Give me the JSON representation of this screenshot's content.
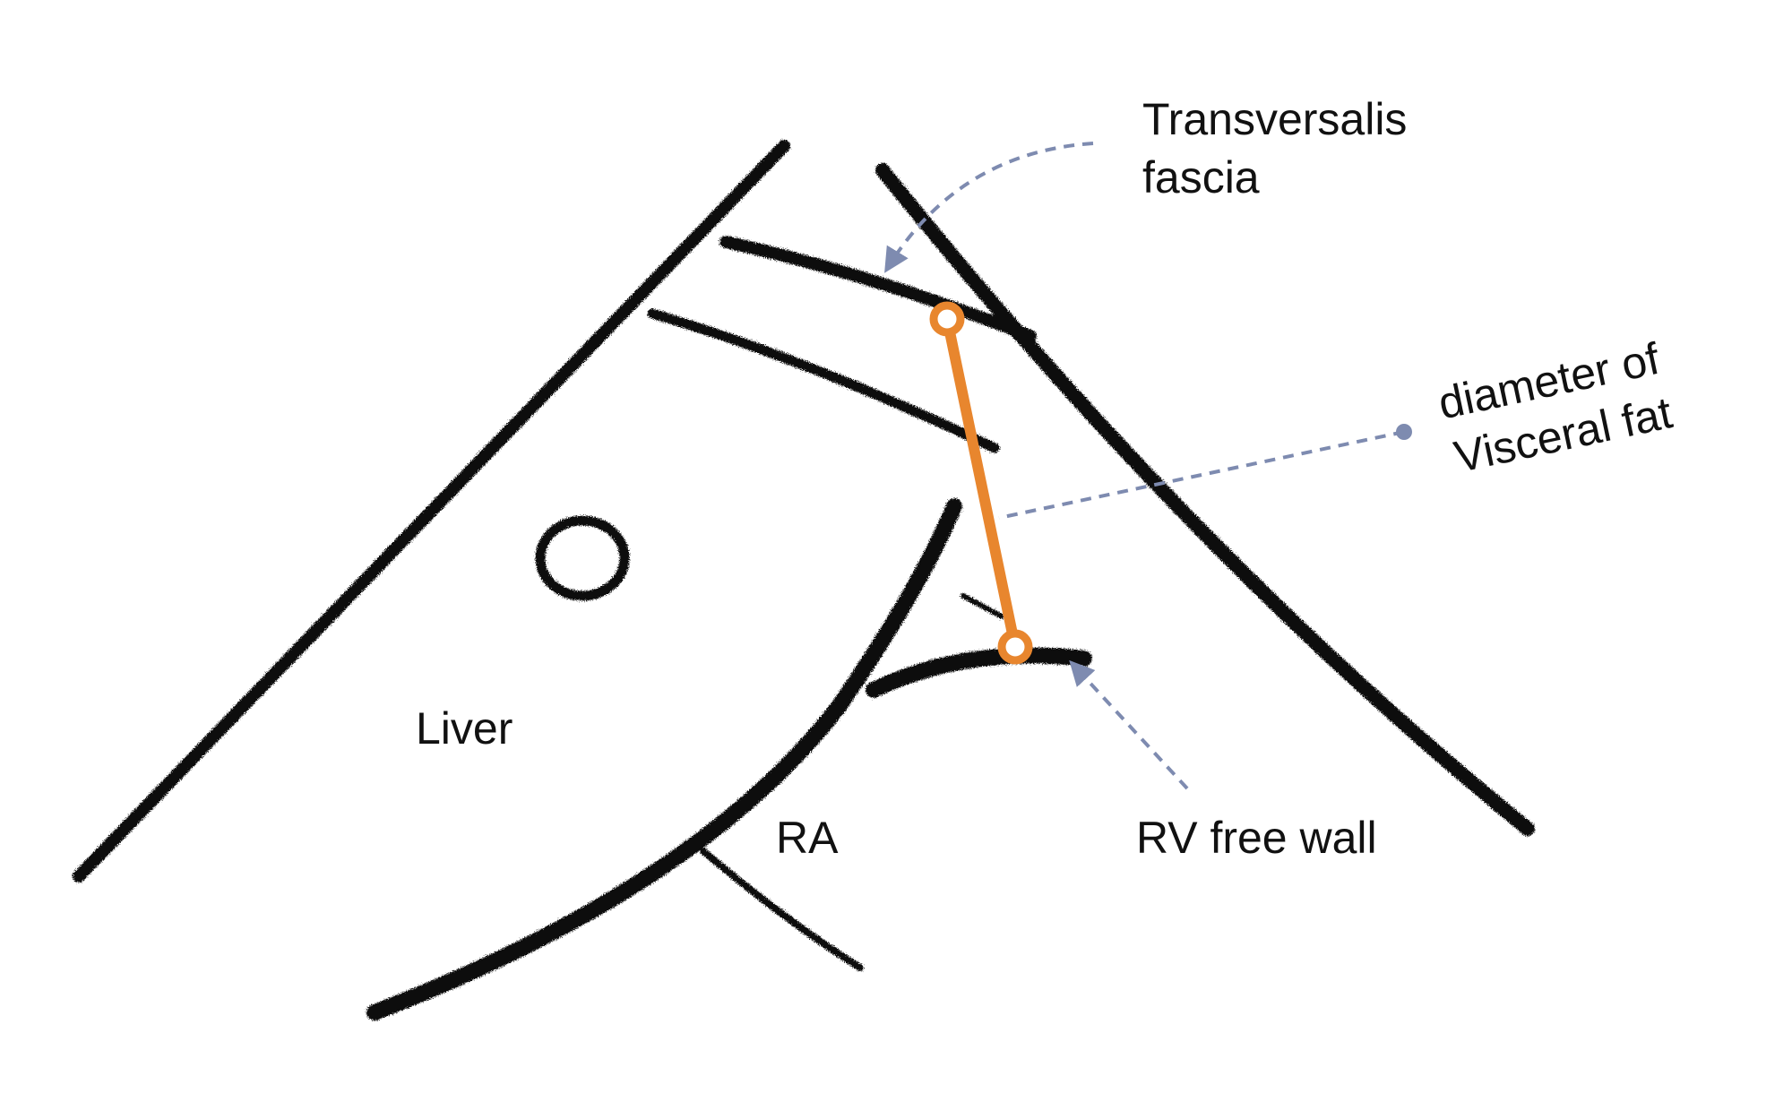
{
  "diagram": {
    "labels": {
      "transversalis_line1": "Transversalis",
      "transversalis_line2": "fascia",
      "visceral_line1": "diameter of",
      "visceral_line2": "Visceral fat",
      "liver": "Liver",
      "ra": "RA",
      "rv_free_wall": "RV free wall"
    },
    "colors": {
      "ink": "#111111",
      "measurement": "#E8862E",
      "pointer": "#7E8BB0"
    }
  }
}
